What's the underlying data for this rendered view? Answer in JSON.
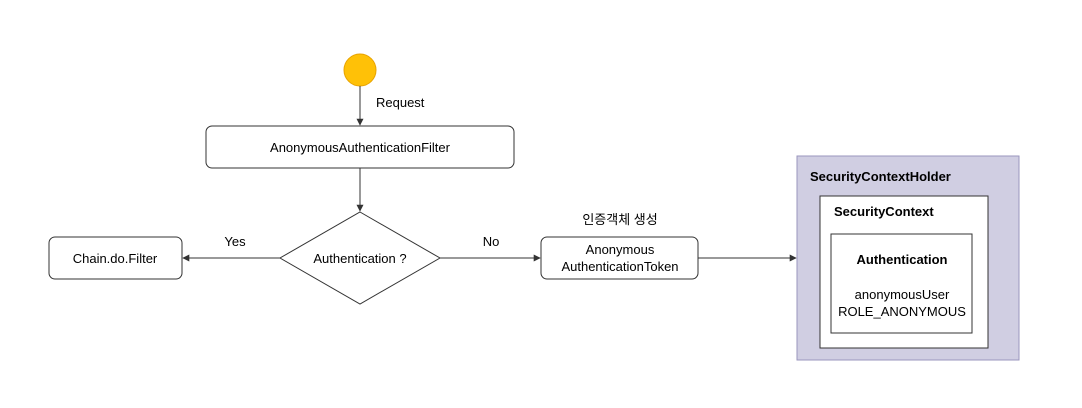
{
  "labels": {
    "request": "Request",
    "yes": "Yes",
    "no": "No",
    "create_token": "인증객체 생성"
  },
  "nodes": {
    "filter": "AnonymousAuthenticationFilter",
    "decision": "Authentication ?",
    "chain": "Chain.do.Filter",
    "token_line1": "Anonymous",
    "token_line2": "AuthenticationToken"
  },
  "security": {
    "holder_title": "SecurityContextHolder",
    "context_title": "SecurityContext",
    "auth_title": "Authentication",
    "user": "anonymousUser",
    "role": "ROLE_ANONYMOUS"
  },
  "colors": {
    "start_fill": "#FFC107",
    "start_stroke": "#E8A300",
    "holder_fill": "#D0CEE2",
    "holder_stroke": "#9A96BE",
    "line": "#333333"
  }
}
